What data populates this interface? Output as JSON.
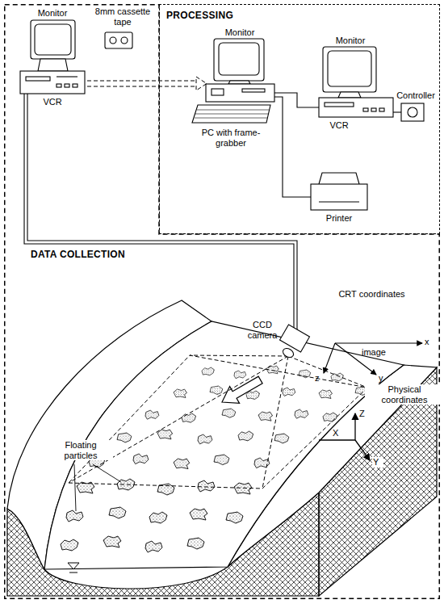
{
  "diagram": {
    "nodes": [
      {
        "text": [
          "PROCESSING"
        ]
      },
      {
        "text": [
          "DATA COLLECTION"
        ]
      }
    ],
    "labels": [
      "Monitor",
      "8mm cassette tape",
      "VCR",
      "Monitor",
      "Monitor",
      "Controller",
      "VCR",
      "PC with frame-grabber",
      "Printer",
      "CCD camera",
      "CRT coordinates",
      "x",
      "image",
      "z",
      "y",
      "Floating particles",
      "Physical coordinates",
      "Z",
      "X",
      "Y"
    ]
  }
}
